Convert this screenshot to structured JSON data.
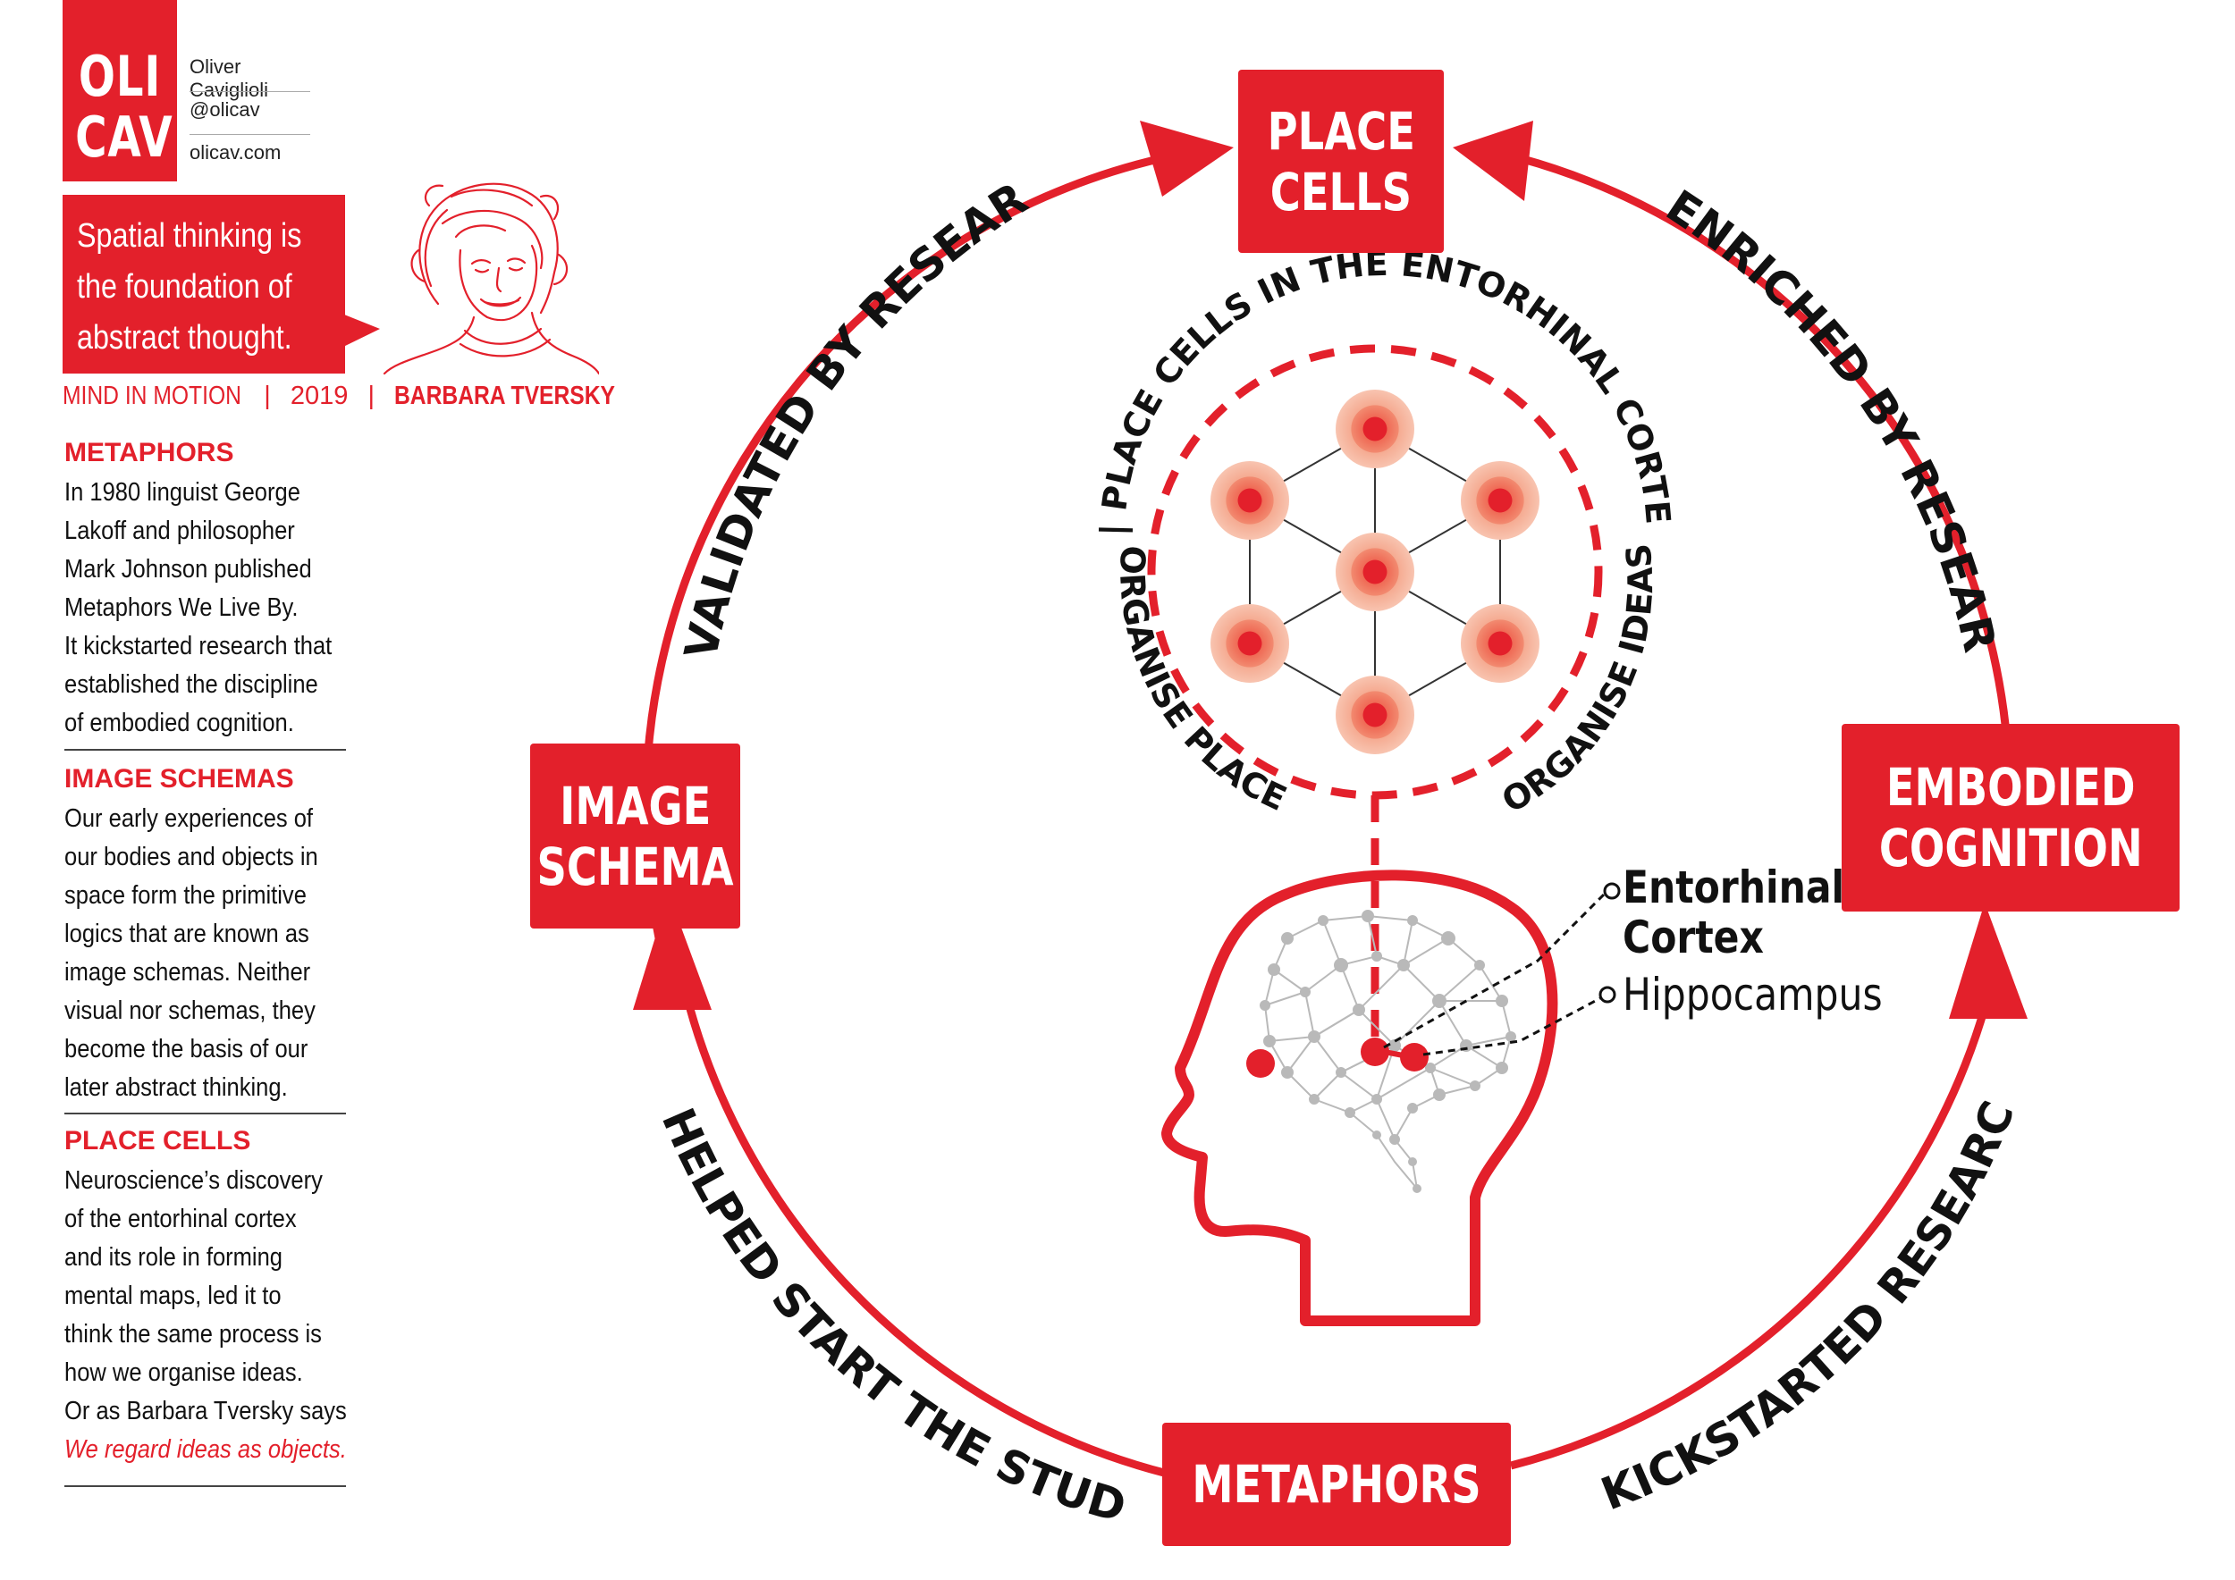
{
  "brand": {
    "logo_line1": "OLI",
    "logo_line2": "CAV",
    "author": "Oliver Caviglioli",
    "handle": "@olicav",
    "site": "olicav.com"
  },
  "quote": {
    "line1": "Spatial thinking is",
    "line2": "the foundation of",
    "line3": "abstract thought."
  },
  "credit": {
    "book": "MIND IN MOTION",
    "sep1": "|",
    "year": "2019",
    "sep2": "|",
    "author": "BARBARA TVERSKY"
  },
  "sections": [
    {
      "title": "METAPHORS",
      "lines": [
        "In 1980 linguist George",
        "Lakoff and philosopher",
        "Mark Johnson published",
        "Metaphors We Live By.",
        "It kickstarted research that",
        "established the discipline",
        "of embodied cognition."
      ]
    },
    {
      "title": "IMAGE SCHEMAS",
      "lines": [
        "Our early experiences of",
        "our bodies and objects in",
        "space form the primitive",
        "logics that are known as",
        "image schemas. Neither",
        "visual nor schemas, they",
        "become the basis of our",
        "later abstract thinking."
      ]
    },
    {
      "title": "PLACE CELLS",
      "lines": [
        "Neuroscience’s discovery",
        "of the entorhinal cortex",
        "and its role in forming",
        "mental maps, led it to",
        "think the same process is",
        "how we organise ideas.",
        "Or as Barbara Tversky says"
      ],
      "emphasis": "We regard ideas as objects."
    }
  ],
  "cycle": {
    "place_cells": {
      "line1": "PLACE",
      "line2": "CELLS"
    },
    "embodied": {
      "line1": "EMBODIED",
      "line2": "COGNITION"
    },
    "metaphors": {
      "line1": "METAPHORS"
    },
    "image_schema": {
      "line1": "IMAGE",
      "line2": "SCHEMA"
    },
    "arc_validated": "VALIDATED BY RESEARCH IN",
    "arc_enriched": "ENRICHED BY RESEARCH IN",
    "arc_kickstarted": "KICKSTARTED RESEARCH IN",
    "arc_helped": "HELPED START THE STUDY OF"
  },
  "inner": {
    "top": "| PLACE CELLS IN THE ENTORHINAL CORTEX |",
    "left": "ORGANISE PLACES",
    "right": "ORGANISE IDEAS"
  },
  "brain": {
    "label1_line1": "Entorhinal",
    "label1_line2": "Cortex",
    "label2": "Hippocampus"
  },
  "colors": {
    "accent": "#e3202b",
    "accent_light": "#f4a58a",
    "network": "#b9b9b9"
  }
}
